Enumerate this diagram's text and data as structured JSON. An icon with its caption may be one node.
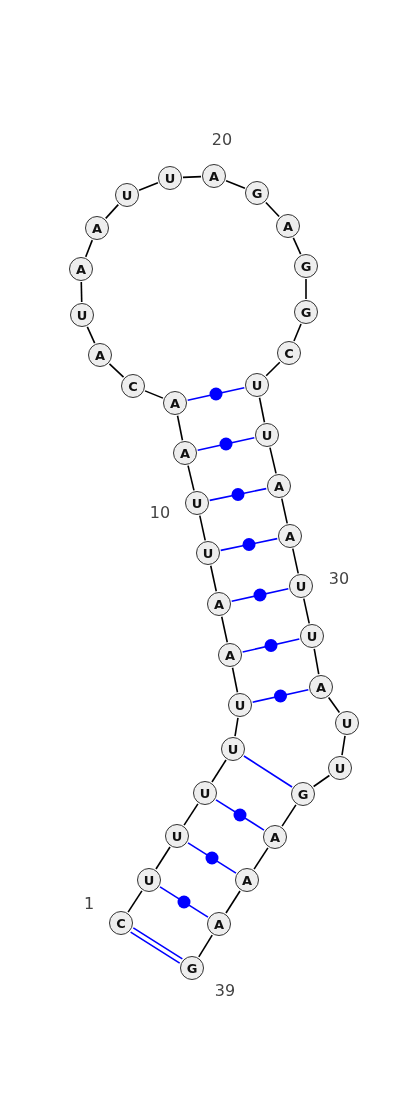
{
  "diagram": {
    "nodes": [
      {
        "text": [
          "C"
        ]
      },
      {
        "text": [
          "U"
        ]
      },
      {
        "text": [
          "U"
        ]
      },
      {
        "text": [
          "U"
        ]
      },
      {
        "text": [
          "U"
        ]
      },
      {
        "text": [
          "U"
        ]
      },
      {
        "text": [
          "A"
        ]
      },
      {
        "text": [
          "A"
        ]
      },
      {
        "text": [
          "U"
        ]
      },
      {
        "text": [
          "U"
        ]
      },
      {
        "text": [
          "A"
        ]
      },
      {
        "text": [
          "A"
        ]
      },
      {
        "text": [
          "C"
        ]
      },
      {
        "text": [
          "A"
        ]
      },
      {
        "text": [
          "U"
        ]
      },
      {
        "text": [
          "A"
        ]
      },
      {
        "text": [
          "A"
        ]
      },
      {
        "text": [
          "U"
        ]
      },
      {
        "text": [
          "U"
        ]
      },
      {
        "text": [
          "A"
        ]
      },
      {
        "text": [
          "G"
        ]
      },
      {
        "text": [
          "A"
        ]
      },
      {
        "text": [
          "G"
        ]
      },
      {
        "text": [
          "G"
        ]
      },
      {
        "text": [
          "C"
        ]
      },
      {
        "text": [
          "U"
        ]
      },
      {
        "text": [
          "U"
        ]
      },
      {
        "text": [
          "A"
        ]
      },
      {
        "text": [
          "A"
        ]
      },
      {
        "text": [
          "U"
        ]
      },
      {
        "text": [
          "U"
        ]
      },
      {
        "text": [
          "A"
        ]
      },
      {
        "text": [
          "U"
        ]
      },
      {
        "text": [
          "U"
        ]
      },
      {
        "text": [
          "G"
        ]
      },
      {
        "text": [
          "A"
        ]
      },
      {
        "text": [
          "A"
        ]
      },
      {
        "text": [
          "A"
        ]
      },
      {
        "text": [
          "G"
        ]
      }
    ],
    "edges": [
      {
        "from": 0,
        "to": 1,
        "arrow": "none"
      },
      {
        "from": 1,
        "to": 2,
        "arrow": "none"
      },
      {
        "from": 2,
        "to": 3,
        "arrow": "none"
      },
      {
        "from": 3,
        "to": 4,
        "arrow": "none"
      },
      {
        "from": 4,
        "to": 5,
        "arrow": "none"
      },
      {
        "from": 5,
        "to": 6,
        "arrow": "none"
      },
      {
        "from": 6,
        "to": 7,
        "arrow": "none"
      },
      {
        "from": 7,
        "to": 8,
        "arrow": "none"
      },
      {
        "from": 8,
        "to": 9,
        "arrow": "none"
      },
      {
        "from": 9,
        "to": 10,
        "arrow": "none"
      },
      {
        "from": 10,
        "to": 11,
        "arrow": "none"
      },
      {
        "from": 11,
        "to": 12,
        "arrow": "none"
      },
      {
        "from": 12,
        "to": 13,
        "arrow": "none"
      },
      {
        "from": 13,
        "to": 14,
        "arrow": "none"
      },
      {
        "from": 14,
        "to": 15,
        "arrow": "none"
      },
      {
        "from": 15,
        "to": 16,
        "arrow": "none"
      },
      {
        "from": 16,
        "to": 17,
        "arrow": "none"
      },
      {
        "from": 17,
        "to": 18,
        "arrow": "none"
      },
      {
        "from": 18,
        "to": 19,
        "arrow": "none"
      },
      {
        "from": 19,
        "to": 20,
        "arrow": "none"
      },
      {
        "from": 20,
        "to": 21,
        "arrow": "none"
      },
      {
        "from": 21,
        "to": 22,
        "arrow": "none"
      },
      {
        "from": 22,
        "to": 23,
        "arrow": "none"
      },
      {
        "from": 23,
        "to": 24,
        "arrow": "none"
      },
      {
        "from": 24,
        "to": 25,
        "arrow": "none"
      },
      {
        "from": 25,
        "to": 26,
        "arrow": "none"
      },
      {
        "from": 26,
        "to": 27,
        "arrow": "none"
      },
      {
        "from": 27,
        "to": 28,
        "arrow": "none"
      },
      {
        "from": 28,
        "to": 29,
        "arrow": "none"
      },
      {
        "from": 29,
        "to": 30,
        "arrow": "none"
      },
      {
        "from": 30,
        "to": 31,
        "arrow": "none"
      },
      {
        "from": 31,
        "to": 32,
        "arrow": "none"
      },
      {
        "from": 32,
        "to": 33,
        "arrow": "none"
      },
      {
        "from": 33,
        "to": 34,
        "arrow": "none"
      },
      {
        "from": 34,
        "to": 35,
        "arrow": "none"
      },
      {
        "from": 35,
        "to": 36,
        "arrow": "none"
      },
      {
        "from": 36,
        "to": 37,
        "arrow": "none"
      },
      {
        "from": 37,
        "to": 38,
        "arrow": "none"
      },
      {
        "from": 0,
        "to": 38,
        "arrow": "none",
        "color": "#0000ff"
      },
      {
        "from": 1,
        "to": 37,
        "arrow": "none",
        "color": "#0000ff"
      },
      {
        "from": 2,
        "to": 36,
        "arrow": "none",
        "color": "#0000ff"
      },
      {
        "from": 3,
        "to": 35,
        "arrow": "none",
        "color": "#0000ff"
      },
      {
        "from": 4,
        "to": 34,
        "arrow": "none",
        "color": "#0000ff"
      },
      {
        "from": 5,
        "to": 31,
        "arrow": "none",
        "color": "#0000ff"
      },
      {
        "from": 6,
        "to": 30,
        "arrow": "none",
        "color": "#0000ff"
      },
      {
        "from": 7,
        "to": 29,
        "arrow": "none",
        "color": "#0000ff"
      },
      {
        "from": 8,
        "to": 28,
        "arrow": "none",
        "color": "#0000ff"
      },
      {
        "from": 9,
        "to": 27,
        "arrow": "none",
        "color": "#0000ff"
      },
      {
        "from": 10,
        "to": 26,
        "arrow": "none",
        "color": "#0000ff"
      },
      {
        "from": 11,
        "to": 25,
        "arrow": "none",
        "color": "#0000ff"
      }
    ],
    "labels": [
      "20",
      "10",
      "30",
      "1",
      "39"
    ]
  }
}
